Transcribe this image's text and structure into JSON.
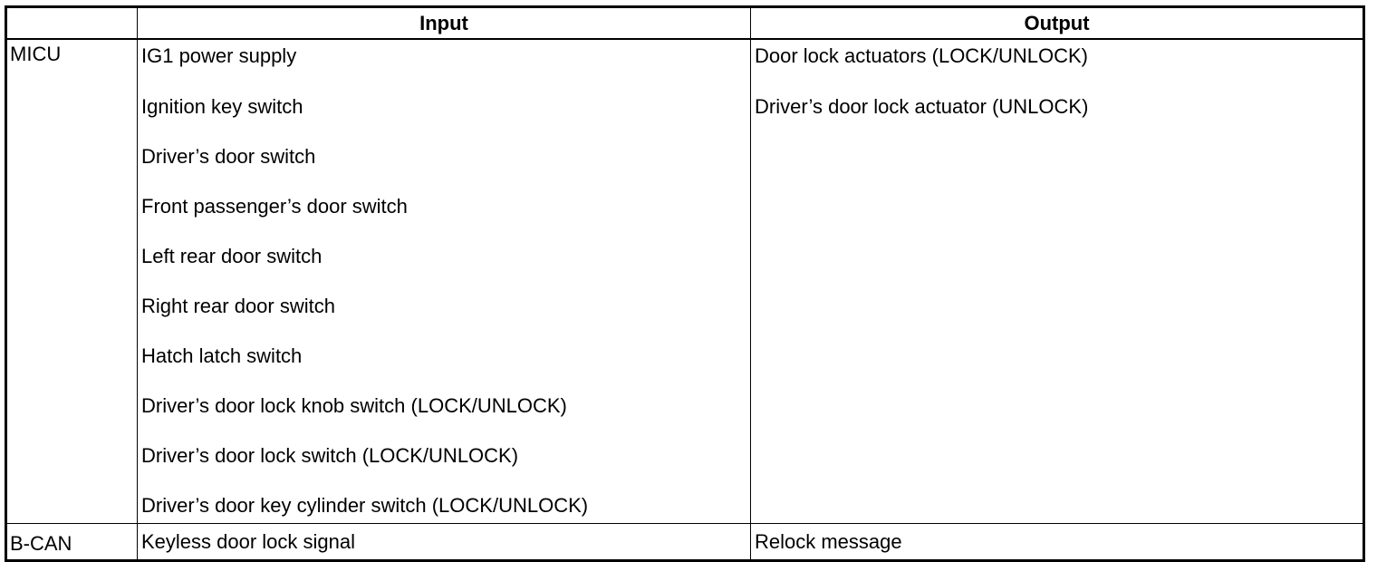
{
  "table": {
    "headers": [
      "",
      "Input",
      "Output"
    ],
    "rows": [
      {
        "source": "MICU",
        "inputs": [
          "IG1 power supply",
          "Ignition key switch",
          "Driver’s door switch",
          "Front passenger’s door switch",
          "Left rear door switch",
          "Right rear door switch",
          "Hatch latch switch",
          "Driver’s door lock knob switch (LOCK/UNLOCK)",
          "Driver’s door lock switch (LOCK/UNLOCK)",
          "Driver’s door key cylinder switch (LOCK/UNLOCK)"
        ],
        "outputs": [
          "Door lock actuators (LOCK/UNLOCK)",
          "Driver’s door lock actuator (UNLOCK)"
        ]
      },
      {
        "source": "B-CAN",
        "inputs": [
          "Keyless door lock signal"
        ],
        "outputs": [
          "Relock message"
        ]
      }
    ]
  }
}
